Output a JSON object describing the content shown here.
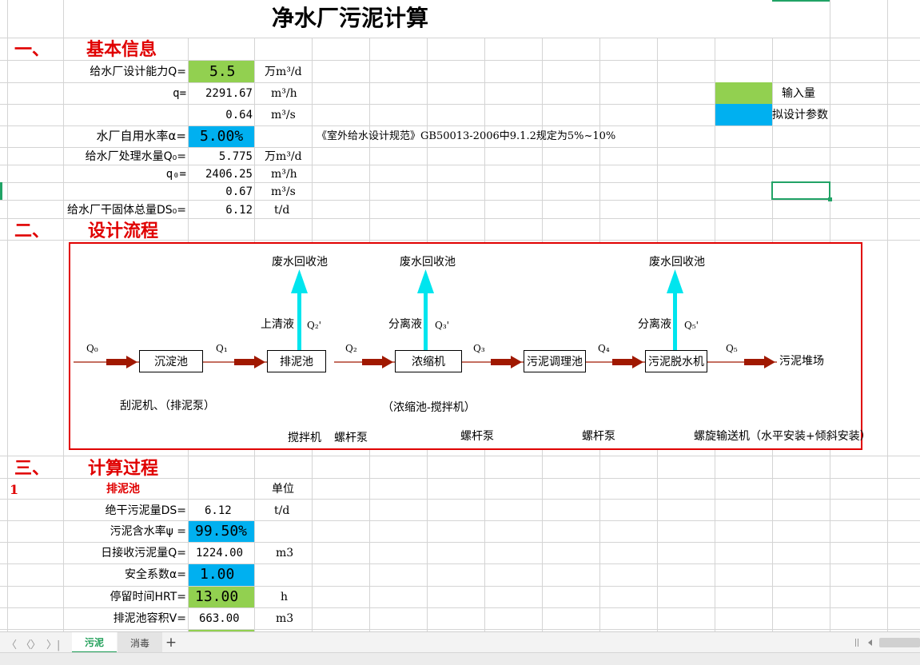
{
  "title": "净水厂污泥计算",
  "sections": {
    "s1_num": "一、",
    "s1_label": "基本信息",
    "s2_num": "二、",
    "s2_label": "设计流程",
    "s3_num": "三、",
    "s3_label": "计算过程"
  },
  "basic": {
    "r1_label": "给水厂设计能力Q=",
    "r1_value": "5.5",
    "r1_unit": "万m³/d",
    "r2_label": "q=",
    "r2_value": "2291.67",
    "r2_unit": "m³/h",
    "r3_value": "0.64",
    "r3_unit": "m³/s",
    "r4_label": "水厂自用水率α=",
    "r4_value": "5.00%",
    "r4_note": "《室外给水设计规范》GB50013-2006中9.1.2规定为5%~10%",
    "r5_label": "给水厂处理水量Q₀=",
    "r5_value": "5.775",
    "r5_unit": "万m³/d",
    "r6_label": "q₀=",
    "r6_value": "2406.25",
    "r6_unit": "m³/h",
    "r7_value": "0.67",
    "r7_unit": "m³/s",
    "r8_label": "给水厂干固体总量DS₀=",
    "r8_value": "6.12",
    "r8_unit": "t/d"
  },
  "legend": {
    "input_label": "输入量",
    "input_color": "#92d050",
    "param_label": "拟设计参数",
    "param_color": "#00b0f0"
  },
  "diagram": {
    "boxes": [
      "沉淀池",
      "排泥池",
      "浓缩机",
      "污泥调理池",
      "污泥脱水机"
    ],
    "end_label": "污泥堆场",
    "flows": [
      "Q₀",
      "Q₁",
      "Q₂",
      "Q₃",
      "Q₄",
      "Q₅"
    ],
    "up_targets": [
      "废水回收池",
      "废水回收池",
      "废水回收池"
    ],
    "up_liquids": [
      "上清液",
      "分离液",
      "分离液"
    ],
    "up_flows": [
      "Q₂'",
      "Q₃'",
      "Q₅'"
    ],
    "notes": [
      "刮泥机、（排泥泵）",
      "（浓缩池-搅拌机）",
      "搅拌机",
      "螺杆泵",
      "螺杆泵",
      "螺杆泵",
      "螺旋输送机（水平安装+倾斜安装）"
    ]
  },
  "calc": {
    "index": "1",
    "name": "排泥池",
    "unit_header": "单位",
    "rows": [
      {
        "label": "绝干污泥量DS=",
        "value": "6.12",
        "unit": "t/d"
      },
      {
        "label": "污泥含水率ψ =",
        "value": "99.50%",
        "unit": ""
      },
      {
        "label": "日接收污泥量Q=",
        "value": "1224.00",
        "unit": "m3"
      },
      {
        "label": "安全系数α=",
        "value": "1.00",
        "unit": ""
      },
      {
        "label": "停留时间HRT=",
        "value": "13.00",
        "unit": "h"
      },
      {
        "label": "排泥池容积V=",
        "value": "663.00",
        "unit": "m3"
      }
    ]
  },
  "tabs": {
    "active": "污泥",
    "other": "消毒",
    "add": "+"
  },
  "nav": {
    "first": "〈",
    "prev": "〈",
    "next": "〉",
    "last": "〉|"
  },
  "colors": {
    "green": "#92d050",
    "blue": "#00b0f0",
    "red": "#e00000",
    "arrow": "#a01800",
    "cyan": "#00e5ee"
  }
}
